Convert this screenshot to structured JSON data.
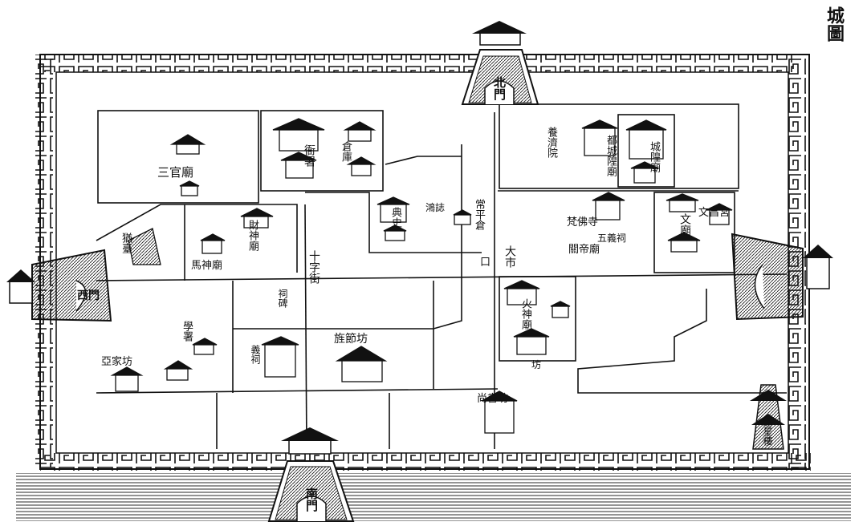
{
  "map": {
    "title": "城圖",
    "gates": {
      "north": "北門",
      "south": "南門",
      "west": "西門"
    },
    "streets": {
      "crossroad": "十字街",
      "big_market": "大市",
      "small_market": "口"
    },
    "places": {
      "sanguan_temple": "三官廟",
      "yamen": "衙署",
      "cangku": "倉庫",
      "dianshi": "典史",
      "changping_cang": "常平倉",
      "yangji_yuan": "養濟院",
      "dutian_miao": "都城隍廟",
      "chenghuang_miao": "城隍廟",
      "wen_miao": "文廟",
      "wen_chang": "文昌宮",
      "guandi_miao": "關帝廟",
      "hong_zhi": "鴻誌",
      "fanfu_si": "梵佛寺",
      "wuyi_ci": "五義祠",
      "yutan": "猶臺",
      "ma_miao": "馬神廟",
      "caishen_miao": "財神廟",
      "yajia_fang": "亞家坊",
      "xueshu": "學署",
      "jingji_fang": "旌節坊",
      "fang_liang": "坊",
      "huoshen_miao": "火神廟",
      "kuixing_lou": "魁星樓",
      "yi_ci": "義祠",
      "shangshu_fang": "尚書坊",
      "ci_bei": "祠碑"
    }
  }
}
